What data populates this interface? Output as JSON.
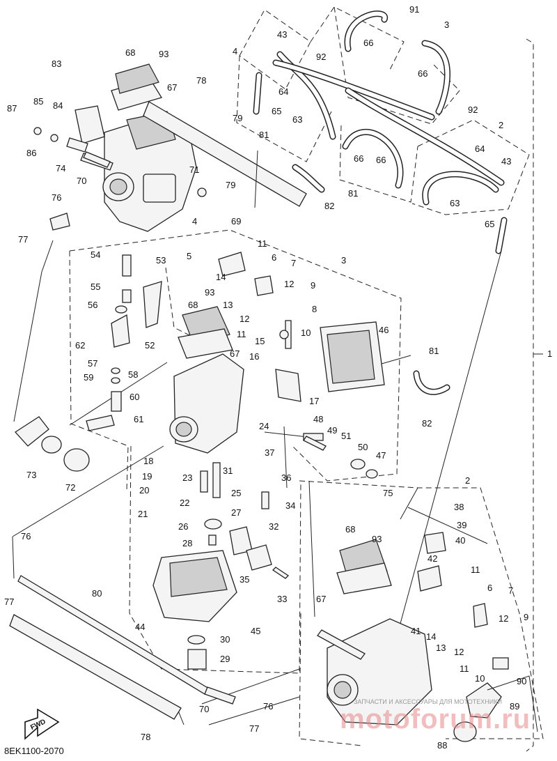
{
  "diagram_code": "8EK1100-2070",
  "fwd_label": "FWD",
  "watermark": {
    "line1": "ЗАПЧАСТИ И АКСЕССУАРЫ ДЛЯ МОТОТЕХНИКИ",
    "line2": "motoforum.ru"
  },
  "assembly_ref": "1",
  "callouts": [
    "1",
    "2",
    "3",
    "4",
    "5",
    "6",
    "7",
    "8",
    "9",
    "10",
    "11",
    "12",
    "13",
    "14",
    "15",
    "16",
    "17",
    "18",
    "19",
    "20",
    "21",
    "22",
    "23",
    "24",
    "25",
    "26",
    "27",
    "28",
    "29",
    "30",
    "31",
    "32",
    "33",
    "34",
    "35",
    "36",
    "37",
    "38",
    "39",
    "40",
    "41",
    "42",
    "43",
    "44",
    "45",
    "46",
    "47",
    "48",
    "49",
    "50",
    "51",
    "52",
    "53",
    "54",
    "55",
    "56",
    "57",
    "58",
    "59",
    "60",
    "61",
    "62",
    "63",
    "64",
    "65",
    "66",
    "67",
    "68",
    "69",
    "70",
    "71",
    "72",
    "73",
    "74",
    "75",
    "76",
    "77",
    "78",
    "79",
    "80",
    "81",
    "82",
    "83",
    "84",
    "85",
    "86",
    "87",
    "88",
    "89",
    "90",
    "91",
    "92",
    "93"
  ]
}
